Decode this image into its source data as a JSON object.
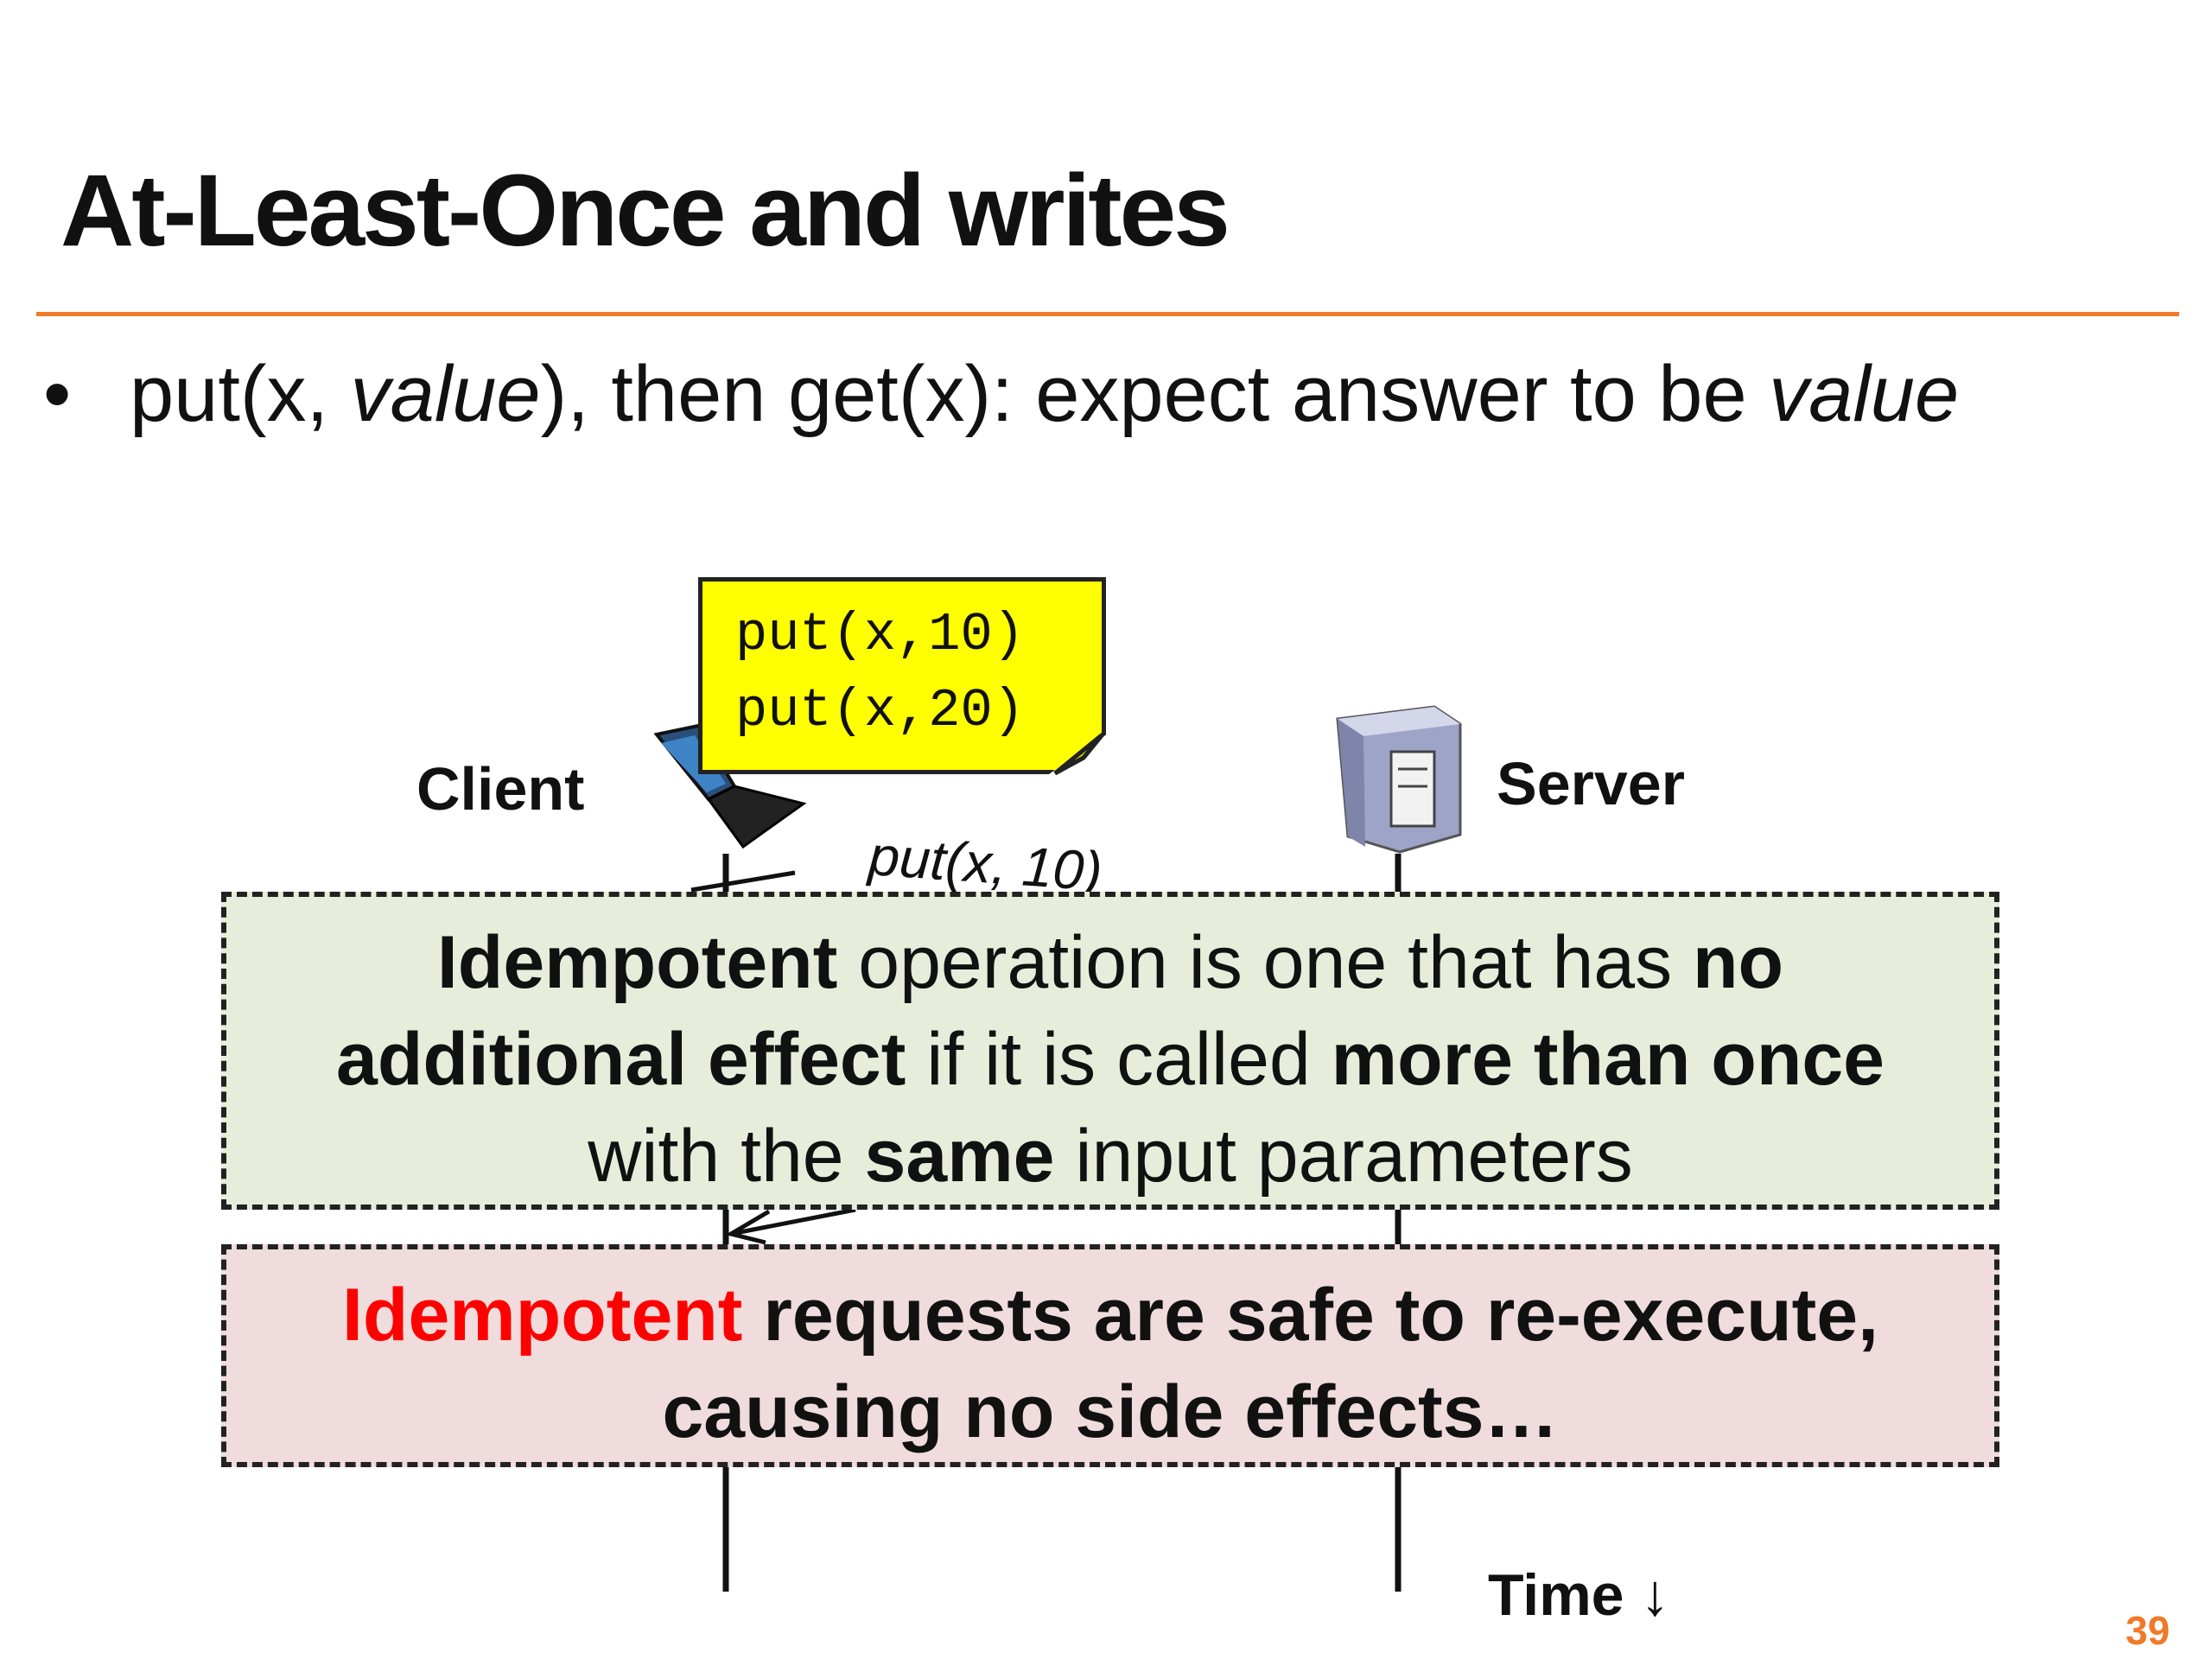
{
  "slide": {
    "title": "At-Least-Once and writes",
    "page_number": "39"
  },
  "bullet": {
    "p1": "put(x, ",
    "p2": "value",
    "p3": "), then get(x): expect answer to be ",
    "p4": "value"
  },
  "note": {
    "line1": "put(x,10)",
    "line2": "put(x,20)"
  },
  "actors": {
    "client": "Client",
    "server": "Server"
  },
  "message": {
    "label": "put(x, 10)"
  },
  "idempotent_box": {
    "s1": "Idempotent",
    "s2": " operation is one that has ",
    "s3": "no",
    "s4": "additional effect",
    "s5": " if it is called ",
    "s6": "more than once",
    "s7": "with the ",
    "s8": "same",
    "s9": " input parameters"
  },
  "safe_box": {
    "s1": "Idempotent",
    "s2": " requests are safe to re-execute,",
    "s3": "causing no side effects…"
  },
  "time_label": "Time ↓",
  "colors": {
    "accent": "#f07a28",
    "note": "#ffff00",
    "box_green": "#e8eddb",
    "box_red": "#f0dcdc",
    "emphasis_red": "#ff0000"
  }
}
